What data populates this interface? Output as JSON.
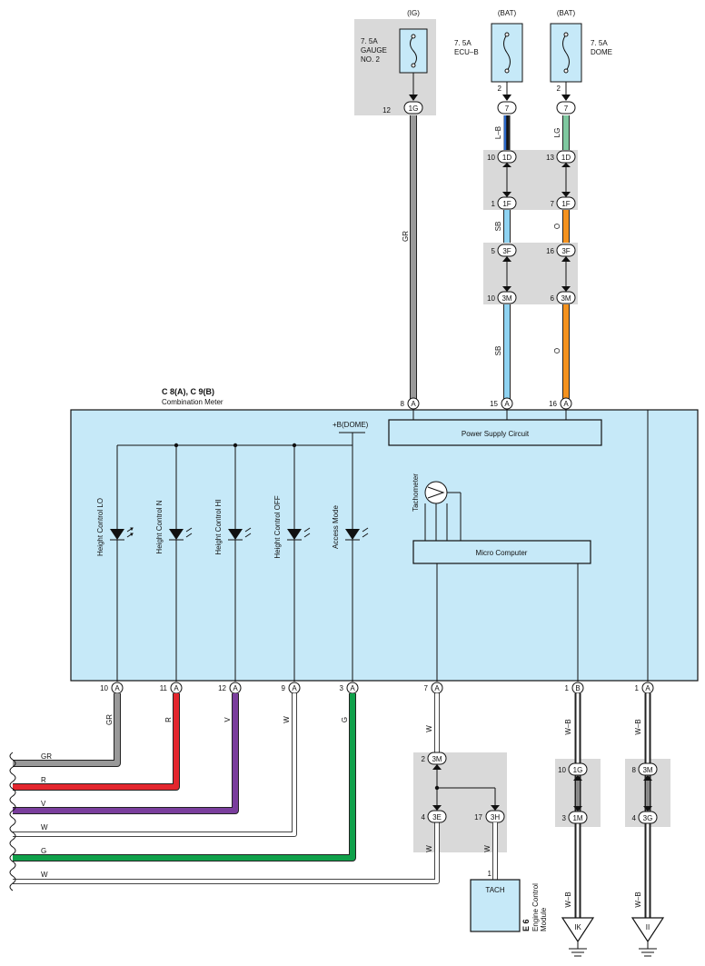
{
  "fuses": [
    {
      "source": "(IG)",
      "rating": "7. 5A",
      "name_line1": "GAUGE",
      "name_line2": "NO. 2",
      "pin": "12",
      "connector": "1G"
    },
    {
      "source": "(BAT)",
      "rating": "7. 5A",
      "name_line1": "ECU–B",
      "name_line2": "",
      "pin": "2",
      "connector": "7"
    },
    {
      "source": "(BAT)",
      "rating": "7. 5A",
      "name_line1": "DOME",
      "name_line2": "",
      "pin": "2",
      "connector": "7"
    }
  ],
  "wires": {
    "gr": "GR",
    "lb": "L–B",
    "lg": "LG",
    "sb": "SB",
    "o": "O",
    "r": "R",
    "v": "V",
    "w": "W",
    "g": "G",
    "wb": "W–B"
  },
  "junctions": {
    "j1d_left": {
      "pin": "10",
      "conn": "1D"
    },
    "j1d_right": {
      "pin": "13",
      "conn": "1D"
    },
    "j1f_left": {
      "pin": "1",
      "conn": "1F"
    },
    "j1f_right": {
      "pin": "7",
      "conn": "1F"
    },
    "j3f_left": {
      "pin": "5",
      "conn": "3F"
    },
    "j3f_right": {
      "pin": "16",
      "conn": "3F"
    },
    "j3m_left": {
      "pin": "10",
      "conn": "3M"
    },
    "j3m_right": {
      "pin": "6",
      "conn": "3M"
    }
  },
  "meter": {
    "ref": "C 8(A), C 9(B)",
    "name": "Combination Meter",
    "dome_label": "+B(DOME)",
    "power_supply": "Power Supply Circuit",
    "micro": "Micro Computer",
    "tachometer": "Tachometer",
    "top_pins": [
      {
        "pin": "8",
        "conn": "A"
      },
      {
        "pin": "15",
        "conn": "A"
      },
      {
        "pin": "16",
        "conn": "A"
      }
    ],
    "leds": [
      "Height Control LO",
      "Height Control N",
      "Height Control HI",
      "Height Control OFF",
      "Access Mode"
    ],
    "bottom_pins": [
      {
        "pin": "10",
        "conn": "A"
      },
      {
        "pin": "11",
        "conn": "A"
      },
      {
        "pin": "12",
        "conn": "A"
      },
      {
        "pin": "9",
        "conn": "A"
      },
      {
        "pin": "3",
        "conn": "A"
      },
      {
        "pin": "7",
        "conn": "A"
      },
      {
        "pin": "1",
        "conn": "B"
      },
      {
        "pin": "1",
        "conn": "A"
      }
    ]
  },
  "lower_junctions": {
    "j3m_tach": {
      "pin": "2",
      "conn": "3M"
    },
    "j3e": {
      "pin": "4",
      "conn": "3E"
    },
    "j3h": {
      "pin": "17",
      "conn": "3H"
    },
    "j1g": {
      "pin": "10",
      "conn": "1G"
    },
    "j1m": {
      "pin": "3",
      "conn": "1M"
    },
    "j3m_b": {
      "pin": "8",
      "conn": "3M"
    },
    "j3g": {
      "pin": "4",
      "conn": "3G"
    }
  },
  "ecm": {
    "pin": "1",
    "label": "TACH",
    "ref": "E 6",
    "name_line1": "Engine Control",
    "name_line2": "Module"
  },
  "grounds": [
    "IK",
    "II"
  ]
}
